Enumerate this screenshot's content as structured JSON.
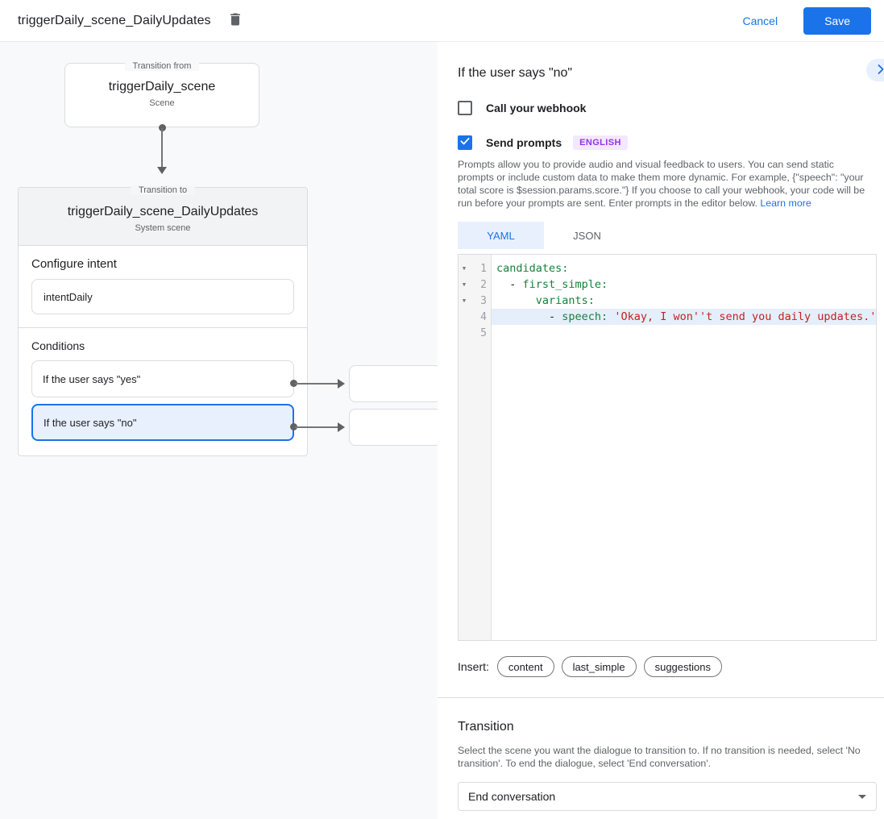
{
  "header": {
    "title": "triggerDaily_scene_DailyUpdates",
    "cancel_label": "Cancel",
    "save_label": "Save"
  },
  "flow": {
    "from": {
      "legend": "Transition from",
      "name": "triggerDaily_scene",
      "type": "Scene"
    },
    "to": {
      "legend": "Transition to",
      "name": "triggerDaily_scene_DailyUpdates",
      "type": "System scene",
      "intent_label": "Configure intent",
      "intent_value": "intentDaily",
      "conditions_label": "Conditions",
      "conditions": [
        {
          "label": "If the user says \"yes\"",
          "selected": false
        },
        {
          "label": "If the user says \"no\"",
          "selected": true
        }
      ]
    }
  },
  "details": {
    "title": "If the user says \"no\"",
    "webhook": {
      "label": "Call your webhook",
      "checked": false
    },
    "prompts": {
      "label": "Send prompts",
      "checked": true,
      "badge": "ENGLISH"
    },
    "description": "Prompts allow you to provide audio and visual feedback to users. You can send static prompts or include custom data to make them more dynamic. For example, {\"speech\": \"your total score is $session.params.score.\"} If you choose to call your webhook, your code will be run before your prompts are sent. Enter prompts in the editor below. ",
    "learn_more": "Learn more",
    "tabs": [
      "YAML",
      "JSON"
    ],
    "active_tab": "YAML",
    "editor": {
      "lines": [
        {
          "num": "1",
          "fold": true,
          "highlight": false,
          "tokens": [
            {
              "t": "key",
              "v": "candidates:"
            }
          ]
        },
        {
          "num": "2",
          "fold": true,
          "highlight": false,
          "tokens": [
            {
              "t": "plain",
              "v": "  - "
            },
            {
              "t": "key",
              "v": "first_simple:"
            }
          ]
        },
        {
          "num": "3",
          "fold": true,
          "highlight": false,
          "tokens": [
            {
              "t": "plain",
              "v": "      "
            },
            {
              "t": "key",
              "v": "variants:"
            }
          ]
        },
        {
          "num": "4",
          "fold": false,
          "highlight": true,
          "tokens": [
            {
              "t": "plain",
              "v": "        - "
            },
            {
              "t": "key",
              "v": "speech:"
            },
            {
              "t": "plain",
              "v": " "
            },
            {
              "t": "str",
              "v": "'Okay, I won''t send you daily updates.'"
            }
          ]
        },
        {
          "num": "5",
          "fold": false,
          "highlight": false,
          "tokens": []
        }
      ]
    },
    "insert_label": "Insert:",
    "chips": [
      "content",
      "last_simple",
      "suggestions"
    ]
  },
  "transition": {
    "title": "Transition",
    "description": "Select the scene you want the dialogue to transition to. If no transition is needed, select 'No transition'. To end the dialogue, select 'End conversation'.",
    "value": "End conversation"
  },
  "colors": {
    "accent_blue": "#1a73e8",
    "light_blue": "#e8f0fe",
    "badge_purple_text": "#9334e6",
    "badge_purple_bg": "#f3e8fd",
    "code_key_green": "#188038",
    "code_string_red": "#c5221f",
    "canvas_gray": "#f8f9fa"
  }
}
